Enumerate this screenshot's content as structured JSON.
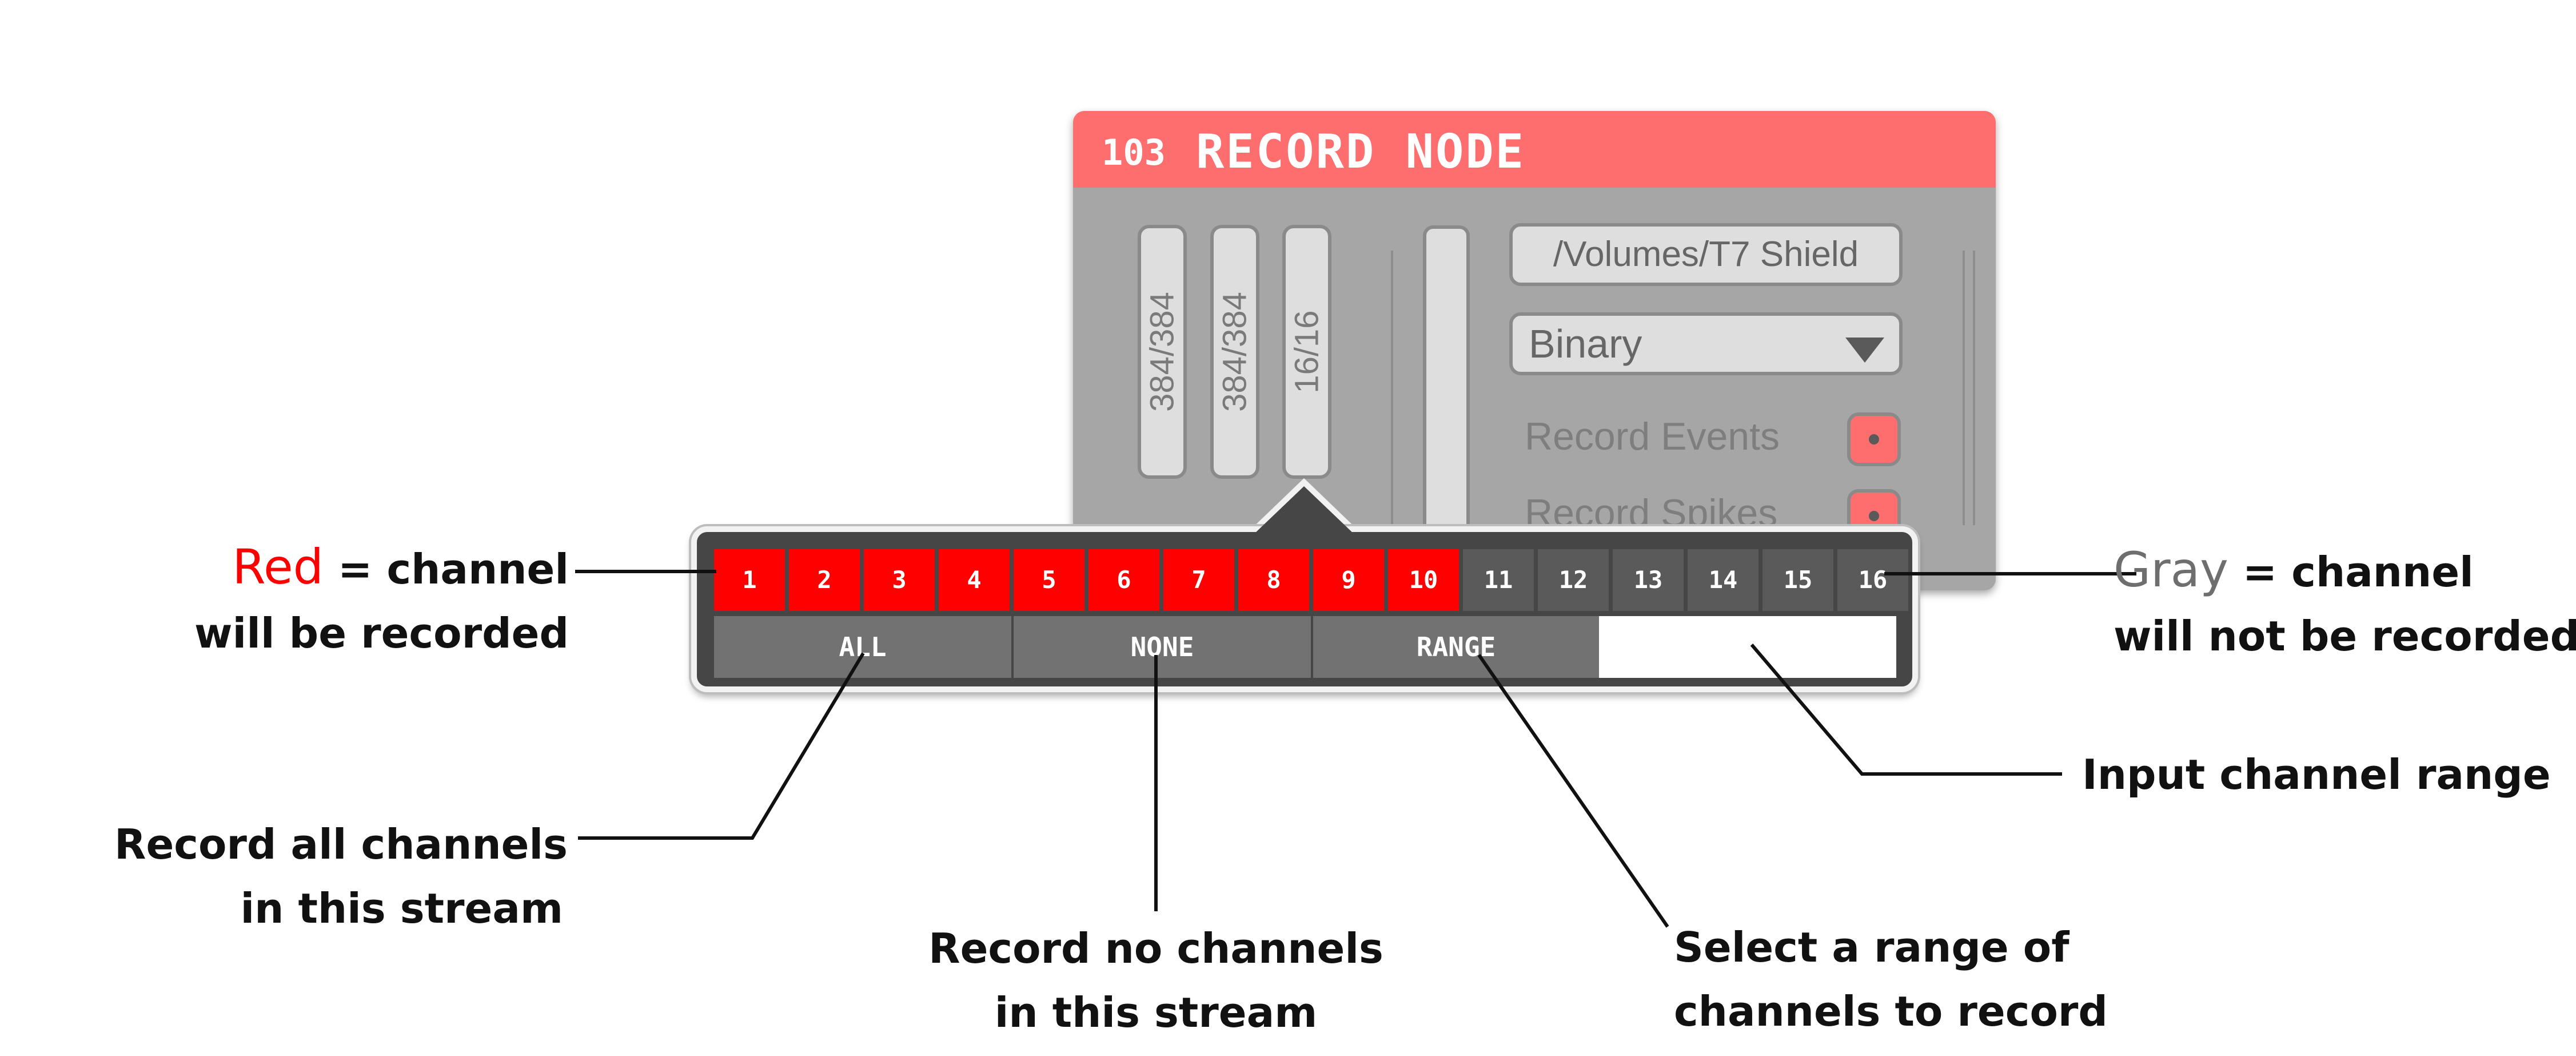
{
  "node": {
    "id": "103",
    "title": "RECORD NODE",
    "streams": [
      "384/384",
      "384/384",
      "16/16"
    ],
    "meter_level": 0.12,
    "directory": "/Volumes/T7 Shield",
    "format": "Binary",
    "options": [
      {
        "label": "Record Events",
        "enabled": true
      },
      {
        "label": "Record Spikes",
        "enabled": true
      }
    ]
  },
  "channels": [
    {
      "label": "1",
      "recorded": true
    },
    {
      "label": "2",
      "recorded": true
    },
    {
      "label": "3",
      "recorded": true
    },
    {
      "label": "4",
      "recorded": true
    },
    {
      "label": "5",
      "recorded": true
    },
    {
      "label": "6",
      "recorded": true
    },
    {
      "label": "7",
      "recorded": true
    },
    {
      "label": "8",
      "recorded": true
    },
    {
      "label": "9",
      "recorded": true
    },
    {
      "label": "10",
      "recorded": true
    },
    {
      "label": "11",
      "recorded": false
    },
    {
      "label": "12",
      "recorded": false
    },
    {
      "label": "13",
      "recorded": false
    },
    {
      "label": "14",
      "recorded": false
    },
    {
      "label": "15",
      "recorded": false
    },
    {
      "label": "16",
      "recorded": false
    }
  ],
  "buttons": {
    "all": "ALL",
    "none": "NONE",
    "range": "RANGE"
  },
  "range_input": {
    "value": ""
  },
  "colors": {
    "recorded": "#fe0000",
    "not_recorded": "#5a5a5a",
    "header": "#ff6e6e",
    "panel": "#a6a6a6"
  },
  "annotations": {
    "red": {
      "keyword": "Red",
      "line1": " = channel",
      "line2": "will be recorded"
    },
    "gray": {
      "keyword": "Gray",
      "line1": " = channel",
      "line2_prefix": "will ",
      "line2_bold": "not",
      "line2_suffix": " be recorded"
    },
    "all": {
      "line1": "Record all channels",
      "line2": "in this stream"
    },
    "none": {
      "line1": "Record no channels",
      "line2": "in this stream"
    },
    "range": {
      "line1": "Select a range of",
      "line2": "channels to record"
    },
    "input": {
      "line1": "Input channel range"
    }
  }
}
